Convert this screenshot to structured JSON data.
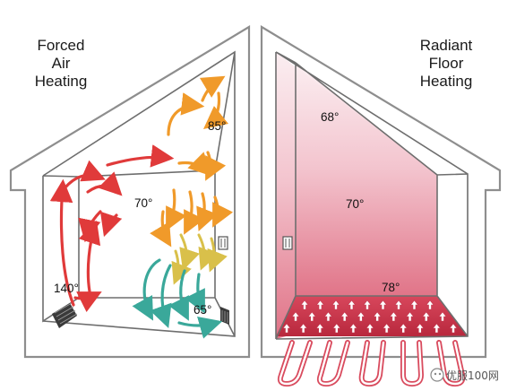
{
  "forced_air": {
    "title_lines": [
      "Forced",
      "Air",
      "Heating"
    ],
    "temps": {
      "top": "85°",
      "middle": "70°",
      "bottom_left": "140°",
      "bottom_right": "65°"
    }
  },
  "radiant_floor": {
    "title_lines": [
      "Radiant",
      "Floor",
      "Heating"
    ],
    "temps": {
      "top": "68°",
      "middle": "70°",
      "floor": "78°"
    }
  },
  "watermark": {
    "text": "优服100网"
  },
  "colors": {
    "hot_red": "#e03a3a",
    "warm_orange": "#f09a2a",
    "mild_yellow": "#d9c04a",
    "cool_teal": "#3aa89a",
    "radiant_pink": "#e7a6b4",
    "radiant_red": "#d94b5e"
  }
}
